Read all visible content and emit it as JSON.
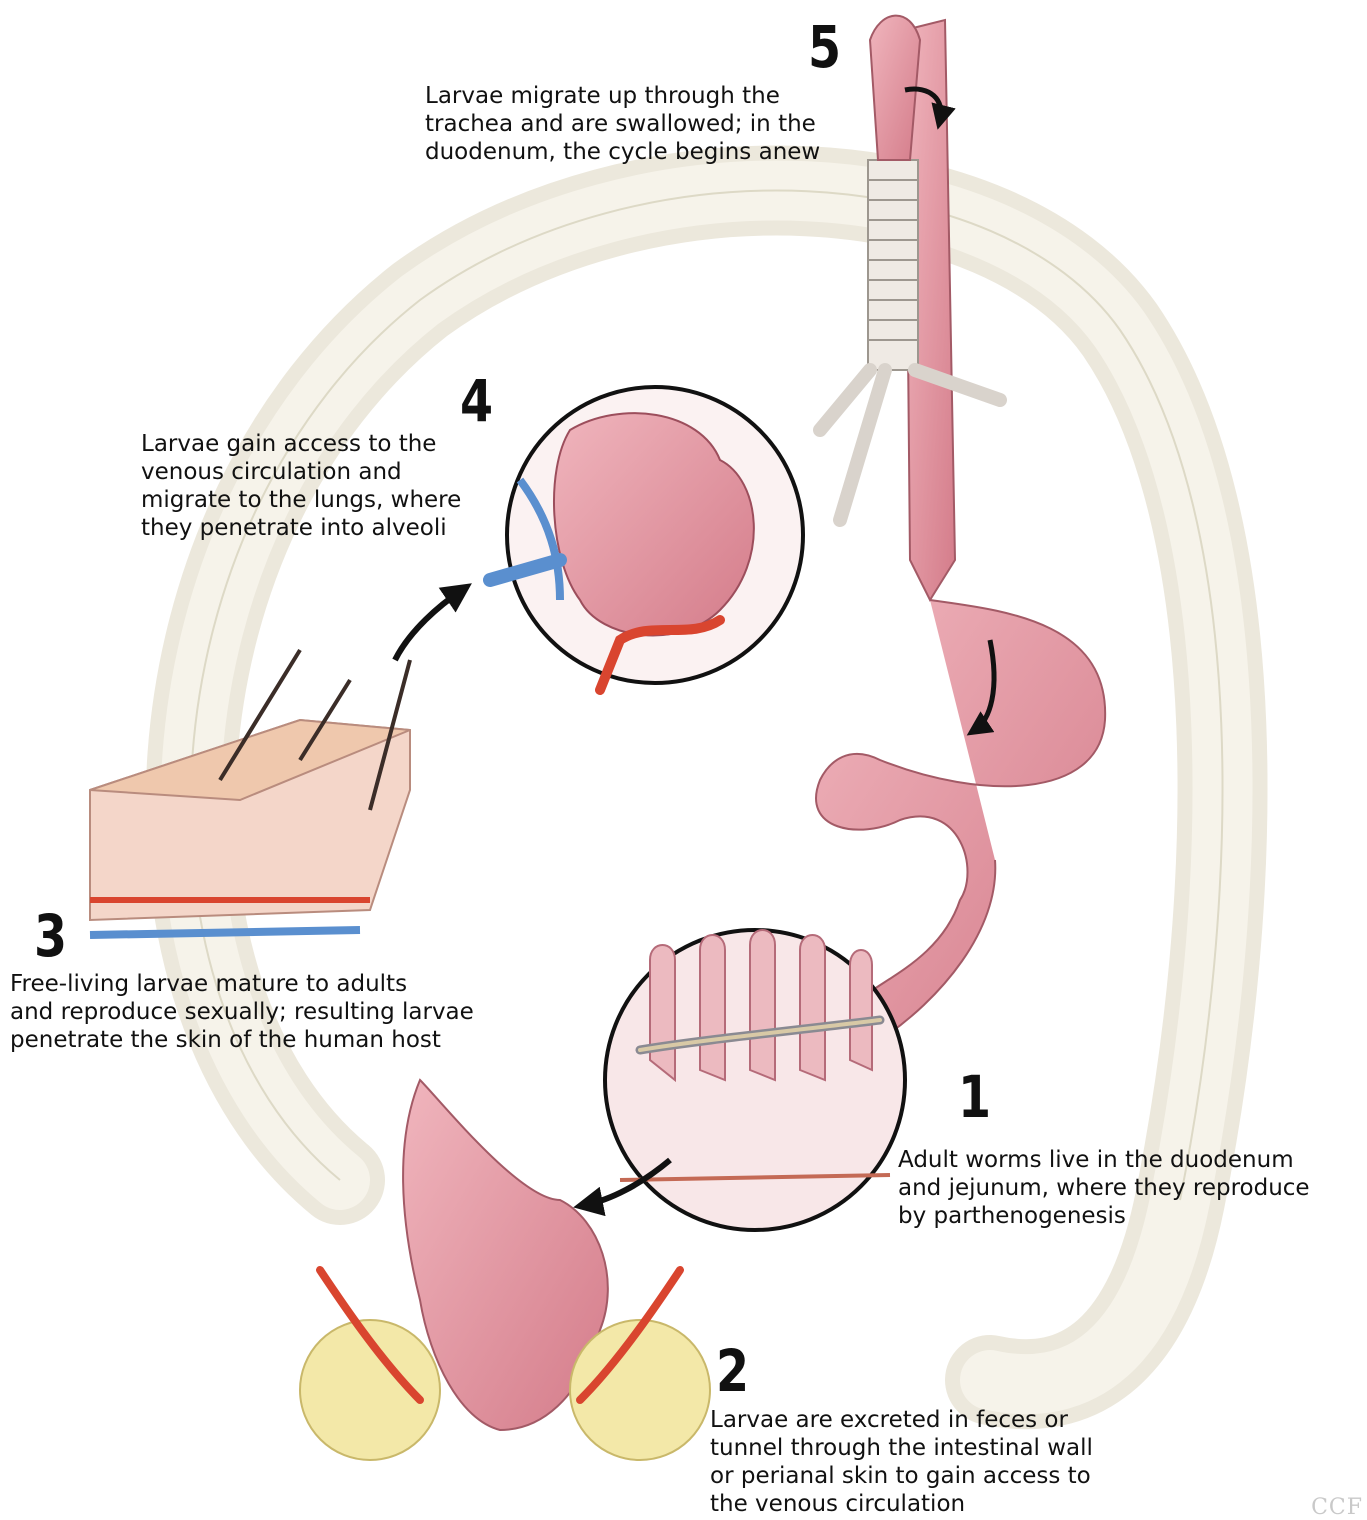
{
  "steps": [
    {
      "number": "1",
      "lines": [
        "Adult worms live in the duodenum",
        "and jejunum, where they reproduce",
        "by parthenogenesis"
      ]
    },
    {
      "number": "2",
      "lines": [
        "Larvae are excreted in feces or",
        "tunnel through the intestinal wall",
        "or perianal skin to gain access to",
        "the venous circulation"
      ]
    },
    {
      "number": "3",
      "lines": [
        "Free-living larvae mature to adults",
        "and reproduce sexually; resulting larvae",
        "penetrate the skin of the human host"
      ]
    },
    {
      "number": "4",
      "lines": [
        "Larvae gain access to the",
        "venous circulation and",
        "migrate to the lungs, where",
        "they penetrate into alveoli"
      ]
    },
    {
      "number": "5",
      "lines": [
        "Larvae migrate up through the",
        "trachea and are swallowed; in the",
        "duodenum, the cycle begins anew"
      ]
    }
  ],
  "corner_mark": "CCF",
  "colors": {
    "tissue": "#e8a3ad",
    "tissue_dark": "#c8707e",
    "arrow": "#111111",
    "vein": "#5a8fcf",
    "artery": "#d9452f",
    "body_outline": "#ece8dc"
  }
}
